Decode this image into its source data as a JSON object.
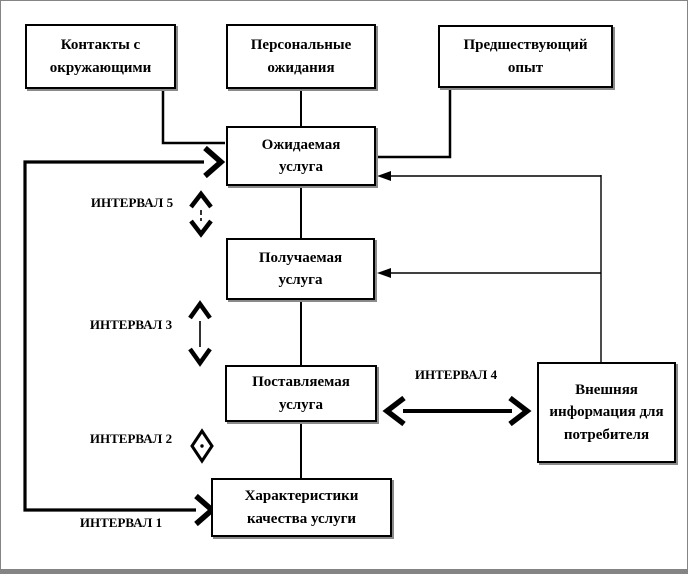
{
  "diagram": {
    "boxes": {
      "contacts": "Контакты с окружающими",
      "personal_expectations": "Персональные ожидания",
      "prior_experience": "Предшествующий опыт",
      "expected_service": "Ожидаемая услуга",
      "received_service": "Получаемая услуга",
      "delivered_service": "Поставляемая услуга",
      "quality_characteristics": "Характеристики качества услуги",
      "external_information": "Внешняя информация для потребителя"
    },
    "intervals": {
      "interval_5": "ИНТЕРВАЛ 5",
      "interval_3": "ИНТЕРВАЛ 3",
      "interval_2": "ИНТЕРВАЛ 2",
      "interval_1": "ИНТЕРВАЛ 1",
      "interval_4": "ИНТЕРВАЛ 4"
    },
    "colors": {
      "line": "#000000",
      "box_border": "#000000",
      "box_shadow": "#8a8a8a",
      "frame_border": "#848484",
      "background": "#ffffff"
    }
  }
}
